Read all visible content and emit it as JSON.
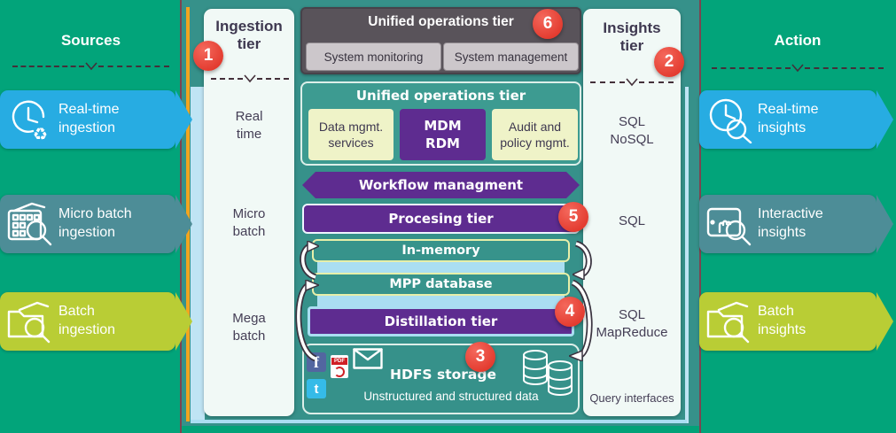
{
  "sources": {
    "title": "Sources",
    "items": [
      {
        "label": "Real-time\ningestion",
        "icon": "clock-recycle-icon",
        "color": "#27ace2"
      },
      {
        "label": "Micro batch\ningestion",
        "icon": "calendar-magnifier-icon",
        "color": "#4d8d97"
      },
      {
        "label": "Batch\ningestion",
        "icon": "folder-magnifier-icon",
        "color": "#b9cd35"
      }
    ]
  },
  "ingestion": {
    "title": "Ingestion\ntier",
    "badge": "1",
    "rows": [
      "Real\ntime",
      "Micro\nbatch",
      "Mega\nbatch"
    ]
  },
  "operations_header": {
    "title": "Unified operations tier",
    "badge": "6",
    "buttons": [
      {
        "label": "System monitoring"
      },
      {
        "label": "System management"
      }
    ]
  },
  "operations_panel": {
    "title": "Unified operations tier",
    "boxes": [
      {
        "label": "Data mgmt.\nservices",
        "style": "yellow"
      },
      {
        "label": "MDM\nRDM",
        "style": "purple"
      },
      {
        "label": "Audit and\npolicy mgmt.",
        "style": "yellow"
      }
    ]
  },
  "workflow": {
    "label": "Workflow managment"
  },
  "processing": {
    "label": "Procesing tier",
    "badge": "5"
  },
  "storage_stack": {
    "in_memory": "In-memory",
    "mpp": "MPP database",
    "distillation": {
      "label": "Distillation tier",
      "badge": "4"
    }
  },
  "hdfs": {
    "badge": "3",
    "title": "HDFS storage",
    "subtitle": "Unstructured and structured data",
    "source_icons": [
      "facebook-icon",
      "pdf-icon",
      "envelope-icon",
      "twitter-icon"
    ],
    "facebook_letter": "f",
    "twitter_letter": "t",
    "pdf_label": "PDF"
  },
  "insights": {
    "title": "Insights\ntier",
    "badge": "2",
    "rows": [
      "SQL\nNoSQL",
      "SQL",
      "SQL\nMapReduce"
    ],
    "footer": "Query interfaces"
  },
  "action": {
    "title": "Action",
    "items": [
      {
        "label": "Real-time\ninsights",
        "icon": "clock-magnifier-icon",
        "color": "#27ace2"
      },
      {
        "label": "Interactive\ninsights",
        "icon": "tablet-magnifier-icon",
        "color": "#4d8d97"
      },
      {
        "label": "Batch\ninsights",
        "icon": "folder-magnifier-icon",
        "color": "#b9cd35"
      }
    ]
  },
  "colors": {
    "green_panel": "#02a47a",
    "teal_container": "#36918a",
    "purple": "#5e2c90",
    "red_badge": "#e8382e",
    "blue_arrow": "#27ace2",
    "teal_arrow": "#4d8d97",
    "lime_arrow": "#b9cd35",
    "light_blue": "#aadef2",
    "orange_accent": "#f2a51f",
    "pale_yellow": "#eff3c8"
  }
}
